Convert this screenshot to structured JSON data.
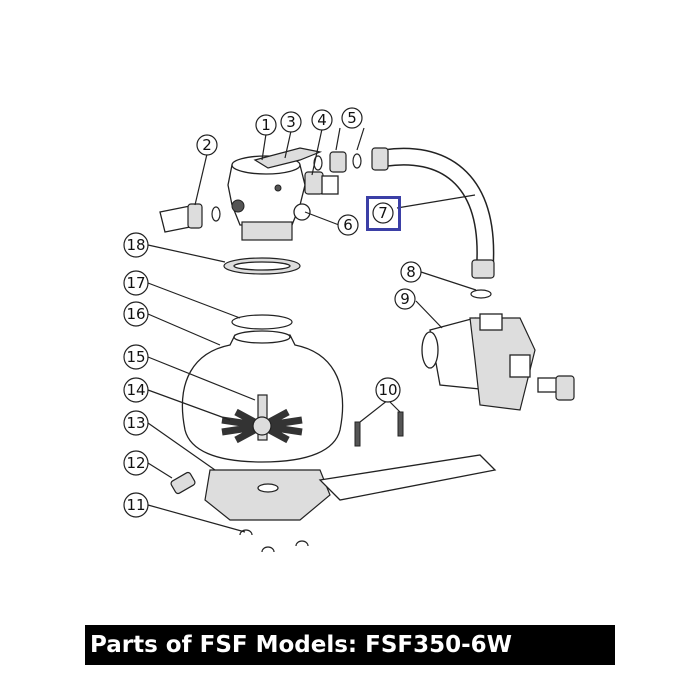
{
  "title": "Parts of FSF Models: FSF350-6W",
  "highlight_color": "#3b3fa6",
  "highlighted_part": "7",
  "callouts": {
    "p1": "1",
    "p2": "2",
    "p3": "3",
    "p4": "4",
    "p5": "5",
    "p6": "6",
    "p7": "7",
    "p8": "8",
    "p9": "9",
    "p10": "10",
    "p11": "11",
    "p12": "12",
    "p13": "13",
    "p14": "14",
    "p15": "15",
    "p16": "16",
    "p17": "17",
    "p18": "18"
  }
}
